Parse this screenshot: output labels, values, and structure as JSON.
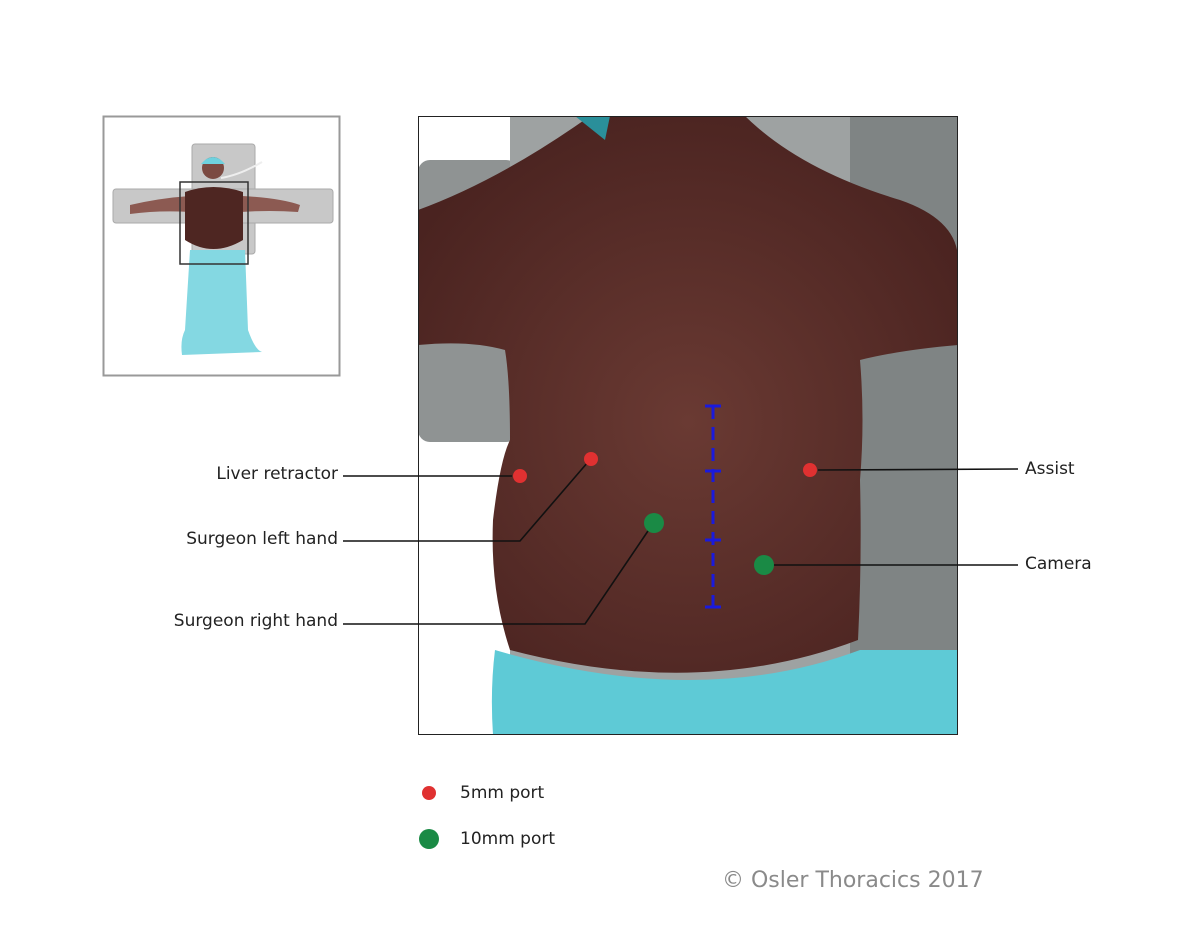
{
  "ports": [
    {
      "label": "Liver retractor",
      "type": "5mm"
    },
    {
      "label": "Surgeon left hand",
      "type": "5mm"
    },
    {
      "label": "Surgeon right hand",
      "type": "10mm"
    },
    {
      "label": "Assist",
      "type": "5mm"
    },
    {
      "label": "Camera",
      "type": "10mm"
    }
  ],
  "legend": {
    "small": {
      "label": "5mm port",
      "color": "#e03131"
    },
    "large": {
      "label": "10mm port",
      "color": "#1a8a45"
    }
  },
  "midline_color": "#1a1adc",
  "copyright": "© Osler Thoracics 2017"
}
